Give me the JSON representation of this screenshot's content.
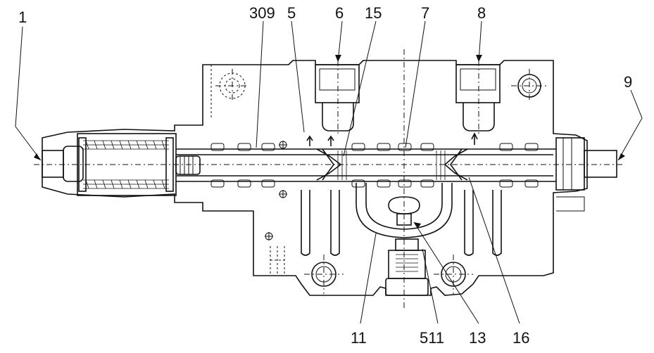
{
  "labels": {
    "l1": "1",
    "l309": "309",
    "l5": "5",
    "l6": "6",
    "l15": "15",
    "l7": "7",
    "l8": "8",
    "l9": "9",
    "l11": "11",
    "l511": "511",
    "l13": "13",
    "l16": "16"
  }
}
